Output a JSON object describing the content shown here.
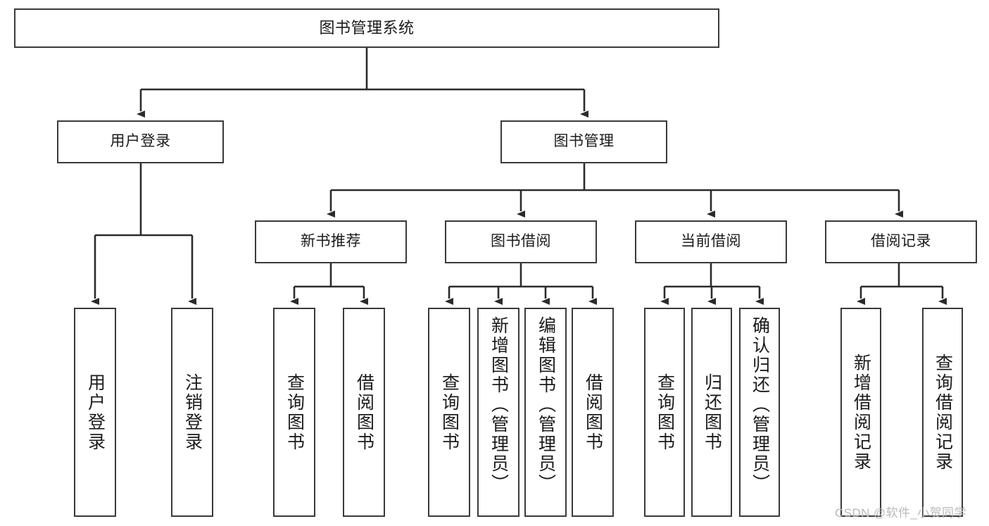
{
  "diagram": {
    "title": "图书管理系统",
    "type": "tree",
    "colors": {
      "box_border": "#3a3a3a",
      "box_fill": "#ffffff",
      "line": "#2b2b2b",
      "text": "#1b1b1b",
      "watermark": "#b9b9b9"
    },
    "watermark": "CSDN @软件_小贺同学",
    "nodes": {
      "root": {
        "label": "图书管理系统",
        "level": 1
      },
      "user_login": {
        "label": "用户登录",
        "level": 2
      },
      "book_manage": {
        "label": "图书管理",
        "level": 2
      },
      "new_book_rec": {
        "label": "新书推荐",
        "level": 3
      },
      "book_borrow": {
        "label": "图书借阅",
        "level": 3
      },
      "current_borrow": {
        "label": "当前借阅",
        "level": 3
      },
      "borrow_record": {
        "label": "借阅记录",
        "level": 3
      },
      "leaf_user_login": {
        "label": "用户登录",
        "level": 4
      },
      "leaf_logout": {
        "label": "注销登录",
        "level": 4
      },
      "leaf_query_book_1": {
        "label": "查询图书",
        "level": 4
      },
      "leaf_borrow_book_1": {
        "label": "借阅图书",
        "level": 4
      },
      "leaf_query_book_2": {
        "label": "查询图书",
        "level": 4
      },
      "leaf_add_book": {
        "label": "新增图书（管理员）",
        "level": 4
      },
      "leaf_edit_book": {
        "label": "编辑图书（管理员）",
        "level": 4
      },
      "leaf_borrow_book_2": {
        "label": "借阅图书",
        "level": 4
      },
      "leaf_query_book_3": {
        "label": "查询图书",
        "level": 4
      },
      "leaf_return_book": {
        "label": "归还图书",
        "level": 4
      },
      "leaf_confirm_return": {
        "label": "确认归还（管理员）",
        "level": 4
      },
      "leaf_add_record": {
        "label": "新增借阅记录",
        "level": 4
      },
      "leaf_query_record": {
        "label": "查询借阅记录",
        "level": 4
      }
    },
    "edges": [
      {
        "from": "root",
        "to": "user_login"
      },
      {
        "from": "root",
        "to": "book_manage"
      },
      {
        "from": "user_login",
        "to": "leaf_user_login"
      },
      {
        "from": "user_login",
        "to": "leaf_logout"
      },
      {
        "from": "book_manage",
        "to": "new_book_rec"
      },
      {
        "from": "book_manage",
        "to": "book_borrow"
      },
      {
        "from": "book_manage",
        "to": "current_borrow"
      },
      {
        "from": "book_manage",
        "to": "borrow_record"
      },
      {
        "from": "new_book_rec",
        "to": "leaf_query_book_1"
      },
      {
        "from": "new_book_rec",
        "to": "leaf_borrow_book_1"
      },
      {
        "from": "book_borrow",
        "to": "leaf_query_book_2"
      },
      {
        "from": "book_borrow",
        "to": "leaf_add_book"
      },
      {
        "from": "book_borrow",
        "to": "leaf_edit_book"
      },
      {
        "from": "book_borrow",
        "to": "leaf_borrow_book_2"
      },
      {
        "from": "current_borrow",
        "to": "leaf_query_book_3"
      },
      {
        "from": "current_borrow",
        "to": "leaf_return_book"
      },
      {
        "from": "current_borrow",
        "to": "leaf_confirm_return"
      },
      {
        "from": "borrow_record",
        "to": "leaf_add_record"
      },
      {
        "from": "borrow_record",
        "to": "leaf_query_record"
      }
    ]
  }
}
